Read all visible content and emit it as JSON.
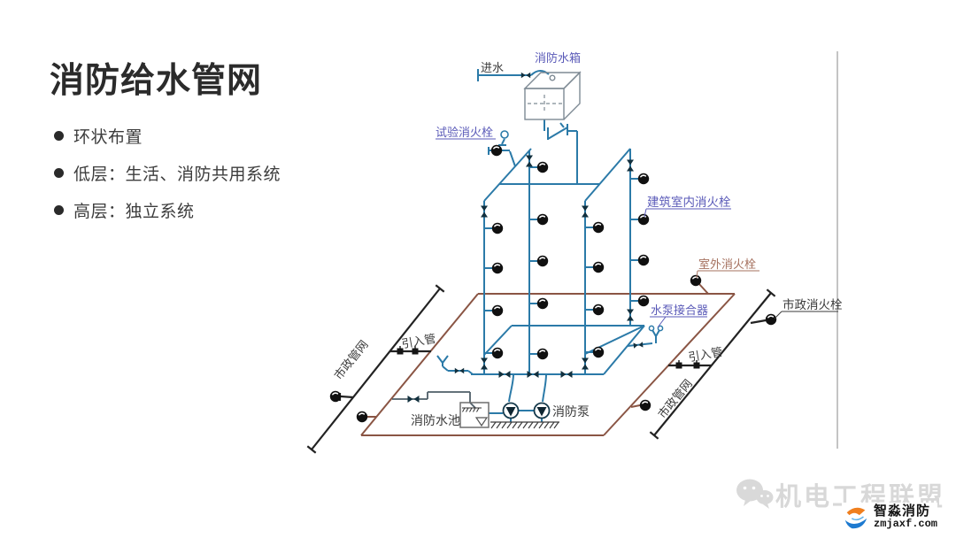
{
  "slide": {
    "title": "消防给水管网",
    "bullets": [
      {
        "text": "环状布置"
      },
      {
        "text": "低层：生活、消防共用系统"
      },
      {
        "text": "高层：独立系统"
      }
    ]
  },
  "diagram": {
    "labels": {
      "water_inlet": "进水",
      "fire_tank": "消防水箱",
      "test_hydrant": "试验消火栓",
      "indoor_hydrant": "建筑室内消火栓",
      "outdoor_hydrant": "室外消火栓",
      "pump_adapter": "水泵接合器",
      "municipal_hydrant": "市政消火栓",
      "inlet_pipe_left": "引入管",
      "inlet_pipe_right": "引入管",
      "municipal_main_left": "市政管网",
      "municipal_main_right": "市政管网",
      "fire_pool": "消防水池",
      "fire_pump": "消防泵"
    },
    "colors": {
      "pipe_blue": "#2b7aa8",
      "ring_brown": "#8a5544",
      "municipal_black": "#222222",
      "label_purple": "#5a5ab8",
      "label_brick": "#a5705e",
      "label_dark": "#3a3a3a"
    }
  },
  "footer": {
    "watermark": "机电工程联盟",
    "logo_name": "智淼消防",
    "logo_url": "zmjaxf.com"
  }
}
